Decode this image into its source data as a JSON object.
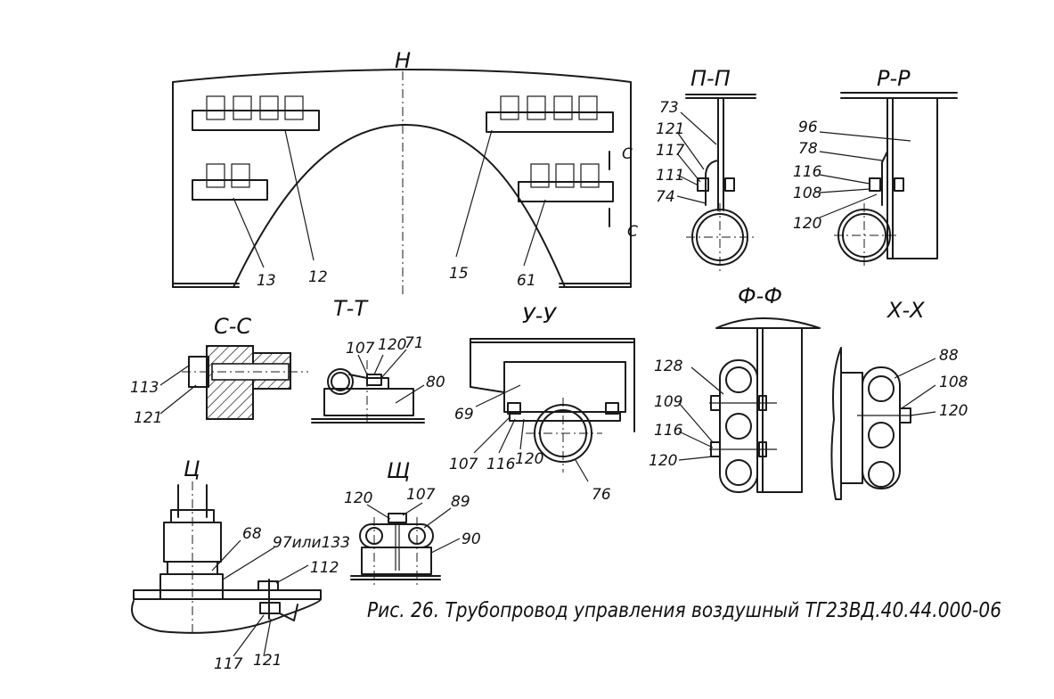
{
  "sections": {
    "h": "Н",
    "pp": "П-П",
    "rr": "Р-Р",
    "ss": "С-С",
    "tt": "Т-Т",
    "uu": "У-У",
    "ff": "Ф-Ф",
    "xx": "Х-Х",
    "ts": "Ц",
    "sch": "Щ",
    "c_mark_top": "С",
    "c_mark_bottom": "С"
  },
  "labels": {
    "main": [
      "13",
      "12",
      "15",
      "61"
    ],
    "pp": [
      "73",
      "121",
      "117",
      "111",
      "74"
    ],
    "rr": [
      "96",
      "78",
      "116",
      "108",
      "120"
    ],
    "ss": [
      "113",
      "121"
    ],
    "tt": [
      "107",
      "120",
      "71",
      "80"
    ],
    "uu": [
      "69",
      "107",
      "116",
      "120",
      "76"
    ],
    "ff": [
      "128",
      "109",
      "116",
      "120"
    ],
    "xx": [
      "88",
      "108",
      "120"
    ],
    "ts": [
      "68",
      "97или133",
      "112",
      "117",
      "121"
    ],
    "sch": [
      "120",
      "107",
      "89",
      "90"
    ]
  },
  "caption": "Рис. 26. Трубопровод управления воздушный ТГ23ВД.40.44.000-06"
}
